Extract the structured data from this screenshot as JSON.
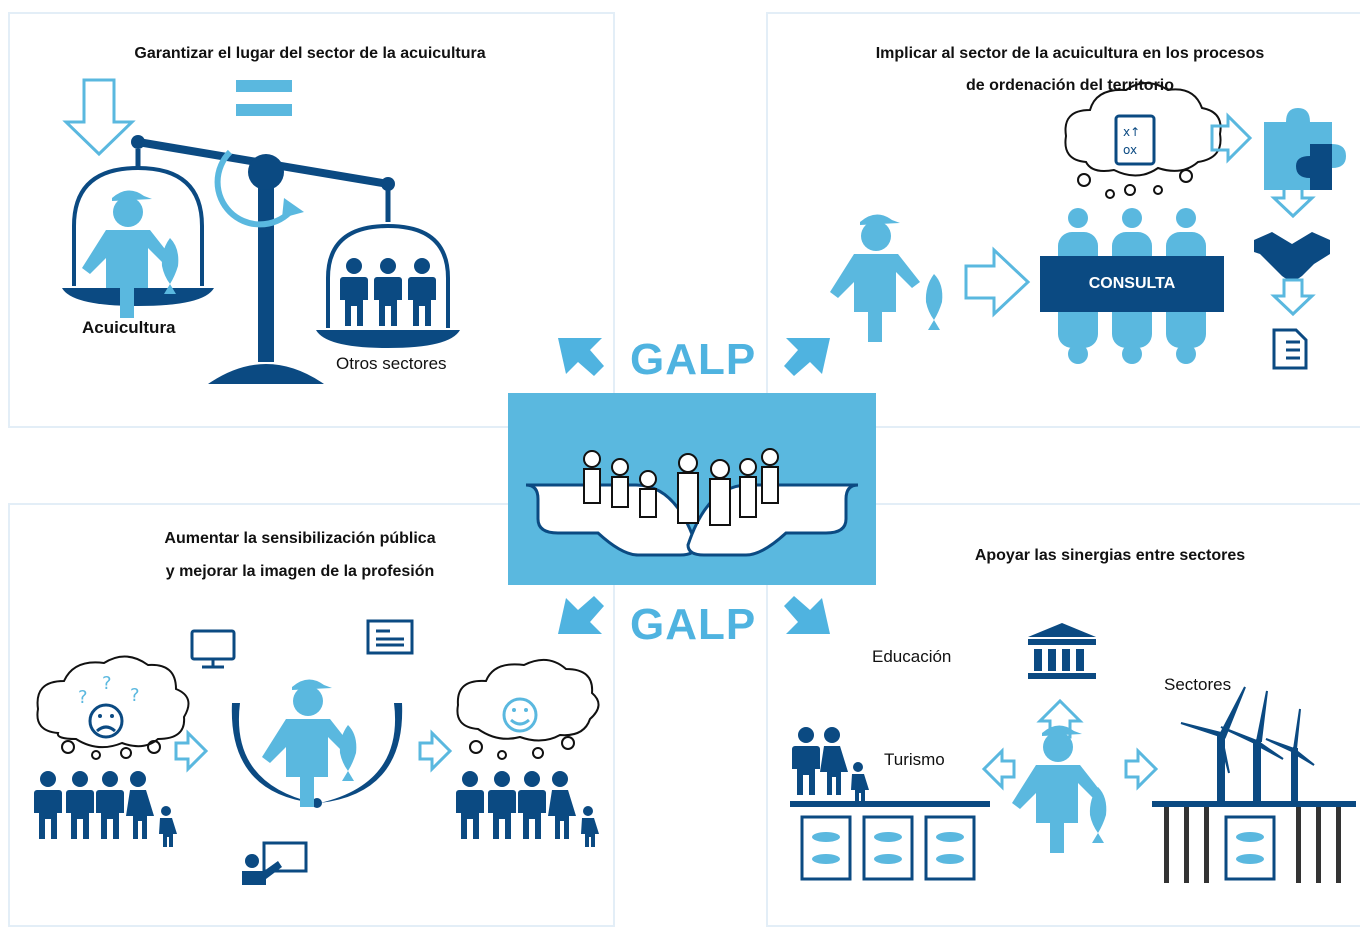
{
  "colors": {
    "dark_blue": "#0b4a82",
    "light_blue": "#5ab8df",
    "bright_blue": "#4fb3e0",
    "panel_border": "#e3eef7"
  },
  "panels": {
    "top_left": {
      "title": "Garantizar el lugar del sector de la acuicultura",
      "left_label": "Acuicultura",
      "right_label": "Otros sectores"
    },
    "top_right": {
      "title_line1": "Implicar al sector de la acuicultura en los procesos",
      "title_line2": "de ordenación del territorio",
      "consulta": "CONSULTA"
    },
    "bottom_left": {
      "title_line1": "Aumentar la sensibilización pública",
      "title_line2": "y mejorar la imagen de la profesión"
    },
    "bottom_right": {
      "title": "Apoyar las sinergias entre sectores",
      "educacion": "Educación",
      "turismo": "Turismo",
      "sectores": "Sectores"
    }
  },
  "center": {
    "galp_top": "GALP",
    "galp_bottom": "GALP"
  },
  "icons": [
    "down-arrow-icon",
    "equals-icon",
    "balance-scale-icon",
    "fisher-icon",
    "fish-icon",
    "people-group-icon",
    "thought-cloud-icon",
    "strategy-board-icon",
    "puzzle-icon",
    "handshake-icon",
    "checklist-icon",
    "monitor-icon",
    "newspaper-icon",
    "laurel-wreath-icon",
    "presenter-icon",
    "sad-face-icon",
    "happy-face-icon",
    "museum-icon",
    "wind-turbine-icon",
    "fish-cage-icon",
    "hands-holding-people-icon"
  ]
}
